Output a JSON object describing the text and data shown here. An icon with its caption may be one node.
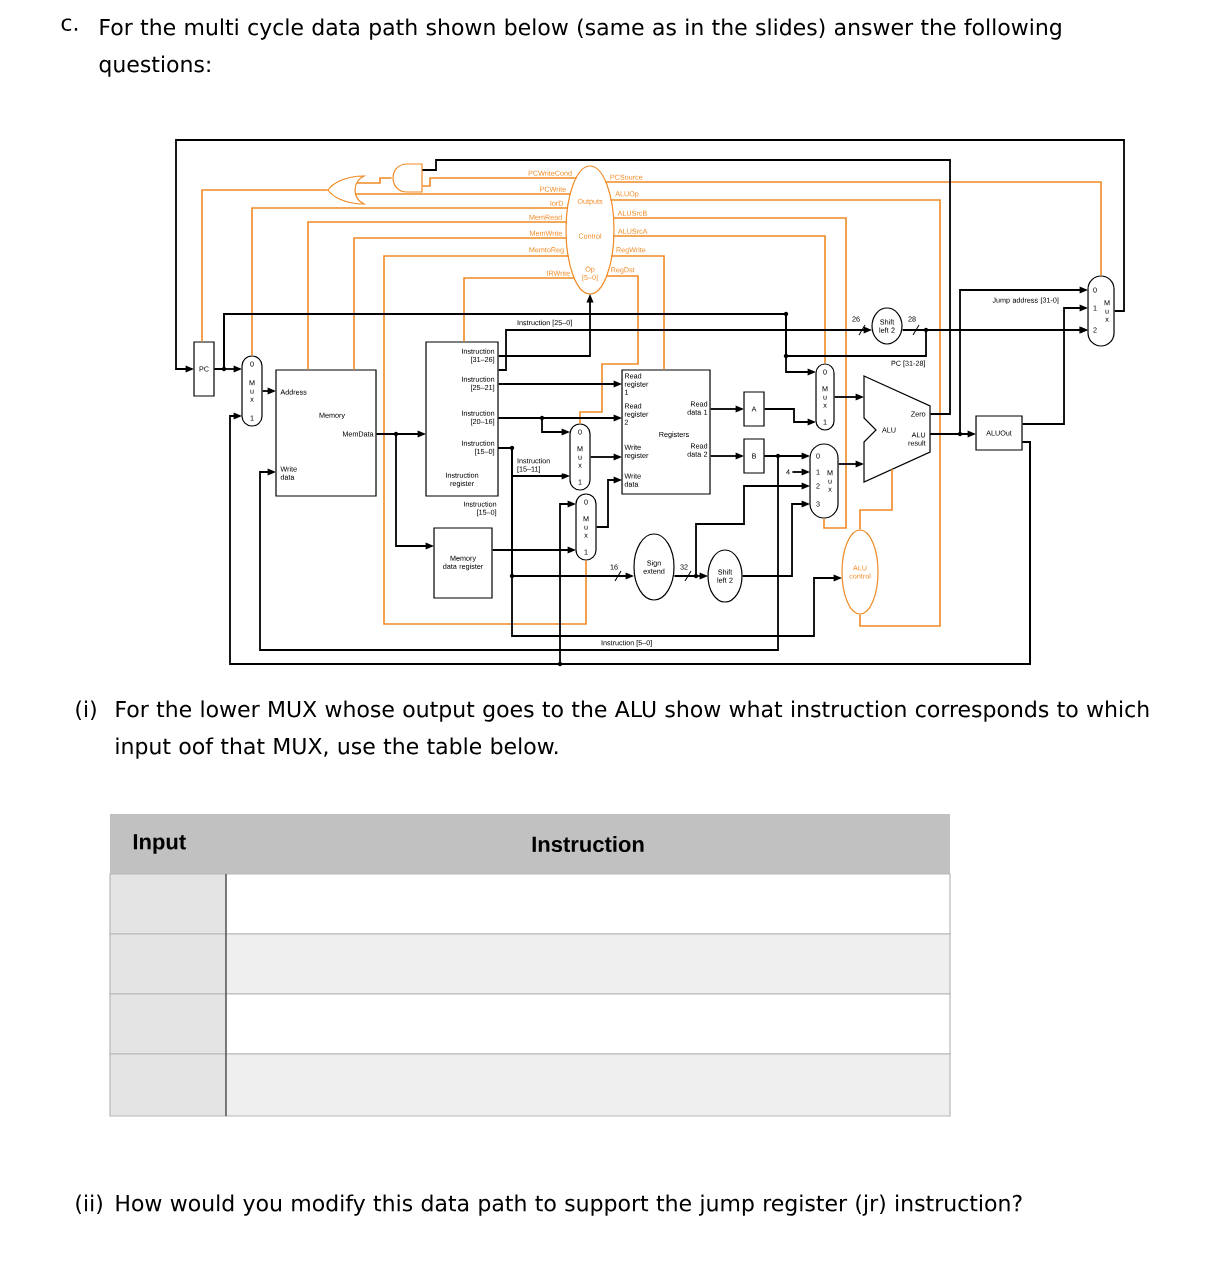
{
  "diagram": {
    "nodes": [
      {
        "text": [
          "PC"
        ]
      },
      {
        "text": [
          "0",
          "M u x",
          "1"
        ]
      },
      {
        "text": [
          "Address",
          "Memory",
          "MemData",
          "Write data"
        ]
      },
      {
        "text": [
          "Instruction [31–26]",
          "Instruction [25–21]",
          "Instruction [20–16]",
          "Instruction [15–0]",
          "Instruction register"
        ]
      },
      {
        "text": [
          "Memory data register"
        ]
      },
      {
        "text": [
          "Outputs",
          "Control",
          "Op [5–0]"
        ]
      },
      {
        "text": [],
        "shape": "gate"
      },
      {
        "text": [],
        "shape": "gate"
      },
      {
        "text": [
          "0",
          "M u x",
          "1"
        ]
      },
      {
        "text": [
          "0",
          "M u x",
          "1"
        ]
      },
      {
        "text": [
          "Read register 1",
          "Read register 2",
          "Registers",
          "Write register",
          "Write data",
          "Read data 1",
          "Read data 2"
        ]
      },
      {
        "text": [
          "A"
        ]
      },
      {
        "text": [
          "B"
        ]
      },
      {
        "text": [
          "0",
          "M u x",
          "1"
        ]
      },
      {
        "text": [
          "0",
          "1",
          "2",
          "3",
          "M u x"
        ]
      },
      {
        "text": [
          "4"
        ]
      },
      {
        "text": [
          "Zero",
          "ALU",
          "ALU result"
        ]
      },
      {
        "text": [
          "ALUOut"
        ]
      },
      {
        "text": [
          "ALU control"
        ]
      },
      {
        "text": [
          "Sign extend"
        ]
      },
      {
        "text": [
          "Shift left 2"
        ]
      },
      {
        "text": [
          "Shift left 2"
        ]
      },
      {
        "text": [
          "0",
          "1",
          "2",
          "M u x"
        ]
      }
    ],
    "edges": [
      {
        "from": 5,
        "to": 7,
        "arrow": "none",
        "color": "#f08a24",
        "label": "PCWriteCond"
      },
      {
        "from": 5,
        "to": 6,
        "arrow": "none",
        "color": "#f08a24",
        "label": "PCWrite"
      },
      {
        "from": 5,
        "to": 1,
        "arrow": "none",
        "color": "#f08a24",
        "label": "IorD"
      },
      {
        "from": 5,
        "to": 2,
        "arrow": "none",
        "color": "#f08a24",
        "label": "MemRead"
      },
      {
        "from": 5,
        "to": 2,
        "arrow": "none",
        "color": "#f08a24",
        "label": "MemWrite"
      },
      {
        "from": 5,
        "to": 9,
        "arrow": "none",
        "color": "#f08a24",
        "label": "MemtoReg"
      },
      {
        "from": 5,
        "to": 3,
        "arrow": "none",
        "color": "#f08a24",
        "label": "IRWrite"
      },
      {
        "from": 5,
        "to": 22,
        "arrow": "none",
        "color": "#f08a24",
        "label": "PCSource"
      },
      {
        "from": 5,
        "to": 18,
        "arrow": "none",
        "color": "#f08a24",
        "label": "ALUOp"
      },
      {
        "from": 5,
        "to": 14,
        "arrow": "none",
        "color": "#f08a24",
        "label": "ALUSrcB"
      },
      {
        "from": 5,
        "to": 13,
        "arrow": "none",
        "color": "#f08a24",
        "label": "ALUSrcA"
      },
      {
        "from": 5,
        "to": 10,
        "arrow": "none",
        "color": "#f08a24",
        "label": "RegWrite"
      },
      {
        "from": 5,
        "to": 8,
        "arrow": "none",
        "color": "#f08a24",
        "label": "RegDst"
      },
      {
        "from": 7,
        "to": 6,
        "arrow": "none",
        "color": "#f08a24"
      },
      {
        "from": 6,
        "to": 0,
        "arrow": "none",
        "color": "#f08a24"
      },
      {
        "from": 16,
        "to": 7,
        "arrow": "none"
      },
      {
        "from": 22,
        "to": 0,
        "arrow": "to"
      },
      {
        "from": 0,
        "to": 1,
        "arrow": "to"
      },
      {
        "from": 1,
        "to": 2,
        "arrow": "to"
      },
      {
        "from": 2,
        "to": 3,
        "arrow": "to"
      },
      {
        "from": 2,
        "to": 4,
        "arrow": "to"
      },
      {
        "from": 3,
        "to": 5,
        "arrow": "to"
      },
      {
        "from": 3,
        "to": 10,
        "arrow": "to"
      },
      {
        "from": 3,
        "to": 10,
        "arrow": "to"
      },
      {
        "from": 3,
        "to": 8,
        "arrow": "to"
      },
      {
        "from": 3,
        "to": 8,
        "arrow": "to",
        "label": "Instruction [15–11]"
      },
      {
        "from": 3,
        "to": 19,
        "arrow": "to"
      },
      {
        "from": 3,
        "to": 18,
        "arrow": "to",
        "label": "Instruction [5–0]"
      },
      {
        "from": 3,
        "to": 21,
        "arrow": "to",
        "label": "Instruction [25–0]"
      },
      {
        "from": 4,
        "to": 9,
        "arrow": "to"
      },
      {
        "from": 8,
        "to": 10,
        "arrow": "to"
      },
      {
        "from": 9,
        "to": 10,
        "arrow": "to"
      },
      {
        "from": 10,
        "to": 11,
        "arrow": "to"
      },
      {
        "from": 10,
        "to": 12,
        "arrow": "to"
      },
      {
        "from": 11,
        "to": 13,
        "arrow": "to"
      },
      {
        "from": 12,
        "to": 14,
        "arrow": "to"
      },
      {
        "from": 12,
        "to": 2,
        "arrow": "to"
      },
      {
        "from": 0,
        "to": 13,
        "arrow": "to"
      },
      {
        "from": 0,
        "to": 22,
        "arrow": "to",
        "label": "PC [31-28]"
      },
      {
        "from": 21,
        "to": 22,
        "arrow": "to"
      },
      {
        "from": 15,
        "to": 14,
        "arrow": "to"
      },
      {
        "from": 19,
        "to": 20,
        "arrow": "to"
      },
      {
        "from": 19,
        "to": 14,
        "arrow": "to"
      },
      {
        "from": 20,
        "to": 14,
        "arrow": "to"
      },
      {
        "from": 13,
        "to": 16,
        "arrow": "to"
      },
      {
        "from": 14,
        "to": 16,
        "arrow": "to"
      },
      {
        "from": 18,
        "to": 16,
        "arrow": "none",
        "color": "#f08a24"
      },
      {
        "from": 16,
        "to": 17,
        "arrow": "to"
      },
      {
        "from": 16,
        "to": 22,
        "arrow": "to"
      },
      {
        "from": 17,
        "to": 22,
        "arrow": "to"
      },
      {
        "from": 17,
        "to": 1,
        "arrow": "to"
      },
      {
        "from": 17,
        "to": 9,
        "arrow": "to"
      }
    ],
    "labels": [
      "c.",
      "For the multi cycle data path shown below (same as in the slides) answer the following questions:",
      "Jump address [31-0]",
      "26",
      "28",
      "Instruction [15–0]",
      "16",
      "32",
      "(i)",
      "For the lower MUX whose output goes to the ALU show what instruction corresponds to which input oof that MUX, use the table below.",
      "Input",
      "Instruction",
      "(ii)",
      "How would you modify this data path to support the jump register (jr) instruction?"
    ]
  }
}
